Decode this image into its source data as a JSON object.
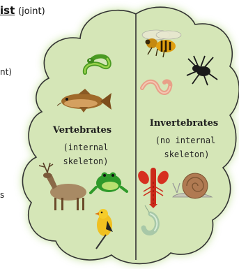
{
  "heading": {
    "text_bold": "ist",
    "text_paren": "(joint)"
  },
  "left_fragments": [
    "nt)",
    "s"
  ],
  "vertebrates": {
    "title": "Vertebrates",
    "line1": "(internal",
    "line2": "skeleton)"
  },
  "invertebrates": {
    "title": "Invertebrates",
    "line1": "(no internal",
    "line2": "skeleton)"
  },
  "colors": {
    "cloud_fill": "#d5e6b7",
    "cloud_glow": "#a6d06a",
    "outline": "#2b2b2b"
  },
  "animals": {
    "vertebrates": [
      "snake-icon",
      "fish-icon",
      "elk-icon",
      "frog-icon",
      "bird-icon"
    ],
    "invertebrates": [
      "wasp-icon",
      "spider-icon",
      "worm-icon",
      "lobster-icon",
      "snail-icon",
      "shrimp-icon"
    ]
  }
}
